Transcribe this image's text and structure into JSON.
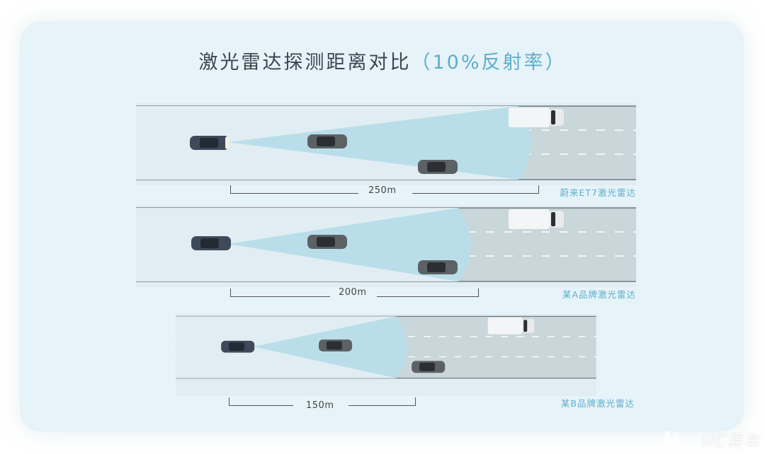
{
  "title": {
    "main": "激光雷达探测距离对比",
    "paren": "（10%反射率）"
  },
  "panels": [
    {
      "distance_label": "250m",
      "lidar_name": "蔚来ET7激光雷达",
      "range_m": 250
    },
    {
      "distance_label": "200m",
      "lidar_name": "某A品牌激光雷达",
      "range_m": 200
    },
    {
      "distance_label": "150m",
      "lidar_name": "某B品牌激光雷达",
      "range_m": 150
    }
  ],
  "watermark": "IIC易车",
  "colors": {
    "card_bg": "#e6f3f8",
    "road": "#c9d6da",
    "beam": "#b2dbe8",
    "accent": "#5eaecb"
  },
  "icons": [
    "car-icon",
    "truck-icon"
  ]
}
